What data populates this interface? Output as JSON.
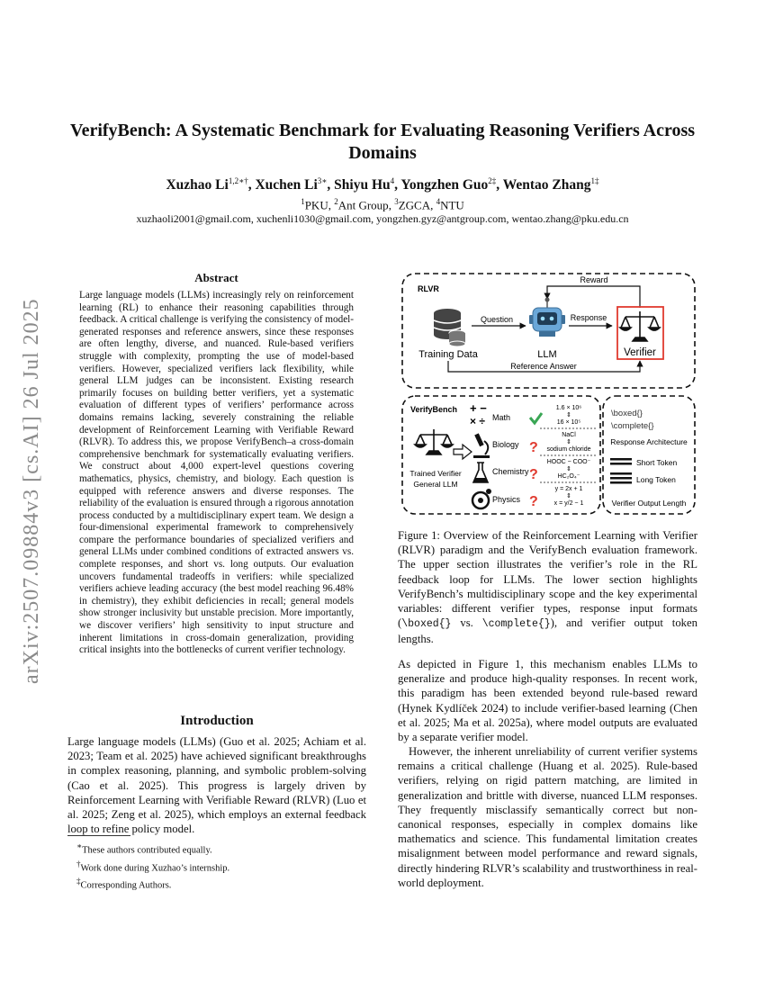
{
  "sidebar": {
    "arxiv_id": "arXiv:2507.09884v3  [cs.AI]  26 Jul 2025"
  },
  "header": {
    "title": "VerifyBench: A Systematic Benchmark for Evaluating Reasoning Verifiers Across Domains",
    "authors": [
      {
        "name": "Xuzhao Li",
        "sup": "1,2∗†"
      },
      {
        "name": "Xuchen Li",
        "sup": "3∗"
      },
      {
        "name": "Shiyu Hu",
        "sup": "4"
      },
      {
        "name": "Yongzhen Guo",
        "sup": "2‡"
      },
      {
        "name": "Wentao Zhang",
        "sup": "1‡"
      }
    ],
    "affiliations": [
      {
        "sup": "1",
        "name": "PKU"
      },
      {
        "sup": "2",
        "name": "Ant Group"
      },
      {
        "sup": "3",
        "name": "ZGCA"
      },
      {
        "sup": "4",
        "name": "NTU"
      }
    ],
    "emails": "xuzhaoli2001@gmail.com, xuchenli1030@gmail.com, yongzhen.gyz@antgroup.com, wentao.zhang@pku.edu.cn"
  },
  "abstract": {
    "heading": "Abstract",
    "text": "Large language models (LLMs) increasingly rely on reinforcement learning (RL) to enhance their reasoning capabilities through feedback. A critical challenge is verifying the consistency of model-generated responses and reference answers, since these responses are often lengthy, diverse, and nuanced. Rule-based verifiers struggle with complexity, prompting the use of model-based verifiers. However, specialized verifiers lack flexibility, while general LLM judges can be inconsistent. Existing research primarily focuses on building better verifiers, yet a systematic evaluation of different types of verifiers’ performance across domains remains lacking, severely constraining the reliable development of Reinforcement Learning with Verifiable Reward (RLVR). To address this, we propose VerifyBench–a cross-domain comprehensive benchmark for systematically evaluating verifiers. We construct about 4,000 expert-level questions covering mathematics, physics, chemistry, and biology. Each question is equipped with reference answers and diverse responses. The reliability of the evaluation is ensured through a rigorous annotation process conducted by a multidisciplinary expert team. We design a four-dimensional experimental framework to comprehensively compare the performance boundaries of specialized verifiers and general LLMs under combined conditions of extracted answers vs. complete responses, and short vs. long outputs. Our evaluation uncovers fundamental tradeoffs in verifiers: while specialized verifiers achieve leading accuracy (the best model reaching 96.48% in chemistry), they exhibit deficiencies in recall; general models show stronger inclusivity but unstable precision. More importantly, we discover verifiers’ high sensitivity to input structure and inherent limitations in cross-domain generalization, providing critical insights into the bottlenecks of current verifier technology."
  },
  "introduction": {
    "heading": "Introduction",
    "text": "Large language models (LLMs) (Guo et al. 2025; Achiam et al. 2023; Team et al. 2025) have achieved significant breakthroughs in complex reasoning, planning, and symbolic problem-solving (Cao et al. 2025). This progress is largely driven by Reinforcement Learning with Verifiable Reward (RLVR) (Luo et al. 2025; Zeng et al. 2025), which employs an external feedback loop to refine policy model."
  },
  "footnotes": [
    {
      "mark": "∗",
      "text": "These authors contributed equally."
    },
    {
      "mark": "†",
      "text": "Work done during Xuzhao’s internship."
    },
    {
      "mark": "‡",
      "text": "Corresponding Authors."
    }
  ],
  "figure": {
    "rlvr": {
      "label": "RLVR",
      "reward": "Reward",
      "question": "Question",
      "response": "Response",
      "training_data": "Training Data",
      "llm": "LLM",
      "verifier": "Verifier",
      "reference_answer": "Reference Answer"
    },
    "bench": {
      "label": "VerifyBench",
      "math_symbols": "+ −",
      "math_symbols2": "× ÷",
      "trained_verifier": "Trained Verifier",
      "general_llm": "General LLM",
      "domains": [
        "Math",
        "Biology",
        "Chemistry",
        "Physics"
      ],
      "pairs": [
        {
          "top": "1.6 × 10⁶",
          "bottom": "16 × 10⁵"
        },
        {
          "top": "NaCl",
          "bottom": "sodium chloride"
        },
        {
          "top": "HOOC − COO⁻",
          "bottom": "HC₂O₄⁻"
        },
        {
          "top": "y = 2x + 1",
          "bottom": "x = y/2 − 1"
        }
      ],
      "format1": "\\boxed{}",
      "format2": "\\complete{}",
      "response_architecture": "Response Architecture",
      "short_token": "Short Token",
      "long_token": "Long Token",
      "output_length": "Verifier Output Length"
    },
    "caption": {
      "prefix": "Figure 1: Overview of the Reinforcement Learning with Verifier (RLVR) paradigm and the VerifyBench evaluation framework. The upper section illustrates the verifier’s role in the RL feedback loop for LLMs. The lower section highlights VerifyBench’s multidisciplinary scope and the key experimental variables: different verifier types, response input formats (",
      "code1": "\\boxed{}",
      "middle": " vs. ",
      "code2": "\\complete{}",
      "suffix": "), and verifier output token lengths."
    }
  },
  "right_column": {
    "para1": "As depicted in Figure 1, this mechanism enables LLMs to generalize and produce high-quality responses. In recent work, this paradigm has been extended beyond rule-based reward (Hynek Kydlíček 2024) to include verifier-based learning (Chen et al. 2025; Ma et al. 2025a), where model outputs are evaluated by a separate verifier model.",
    "para2": "However, the inherent unreliability of current verifier systems remains a critical challenge (Huang et al. 2025). Rule-based verifiers, relying on rigid pattern matching, are limited in generalization and brittle with diverse, nuanced LLM responses. They frequently misclassify semantically correct but non-canonical responses, especially in complex domains like mathematics and science. This fundamental limitation creates misalignment between model performance and reward signals, directly hindering RLVR’s scalability and trustworthiness in real-world deployment."
  },
  "colors": {
    "accent_red": "#e03a2f",
    "check_green": "#3aa655",
    "robot_blue": "#6aa7d8",
    "sidebar_gray": "#8a8a8a"
  }
}
